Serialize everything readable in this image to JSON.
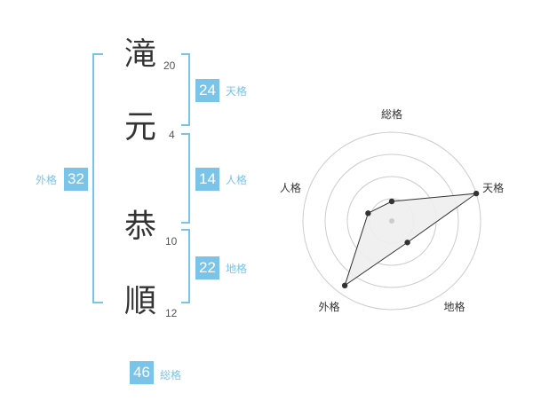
{
  "name": {
    "chars": [
      {
        "char": "滝",
        "strokes": "20"
      },
      {
        "char": "元",
        "strokes": "4"
      },
      {
        "char": "恭",
        "strokes": "10"
      },
      {
        "char": "順",
        "strokes": "12"
      }
    ]
  },
  "kakusu": {
    "tenkaku": {
      "label": "天格",
      "value": "24"
    },
    "jinkaku": {
      "label": "人格",
      "value": "14"
    },
    "chikaku": {
      "label": "地格",
      "value": "22"
    },
    "gaikaku": {
      "label": "外格",
      "value": "32"
    },
    "soukaku": {
      "label": "総格",
      "value": "46"
    }
  },
  "chart_data": {
    "type": "radar",
    "axes": [
      "総格",
      "天格",
      "地格",
      "外格",
      "人格"
    ],
    "values": [
      0.22,
      1.0,
      0.3,
      0.9,
      0.28
    ],
    "rings": 4,
    "colors": {
      "rings": "#cccccc",
      "fill": "#eeeeee",
      "line": "#333333",
      "center": "#cccccc"
    }
  }
}
